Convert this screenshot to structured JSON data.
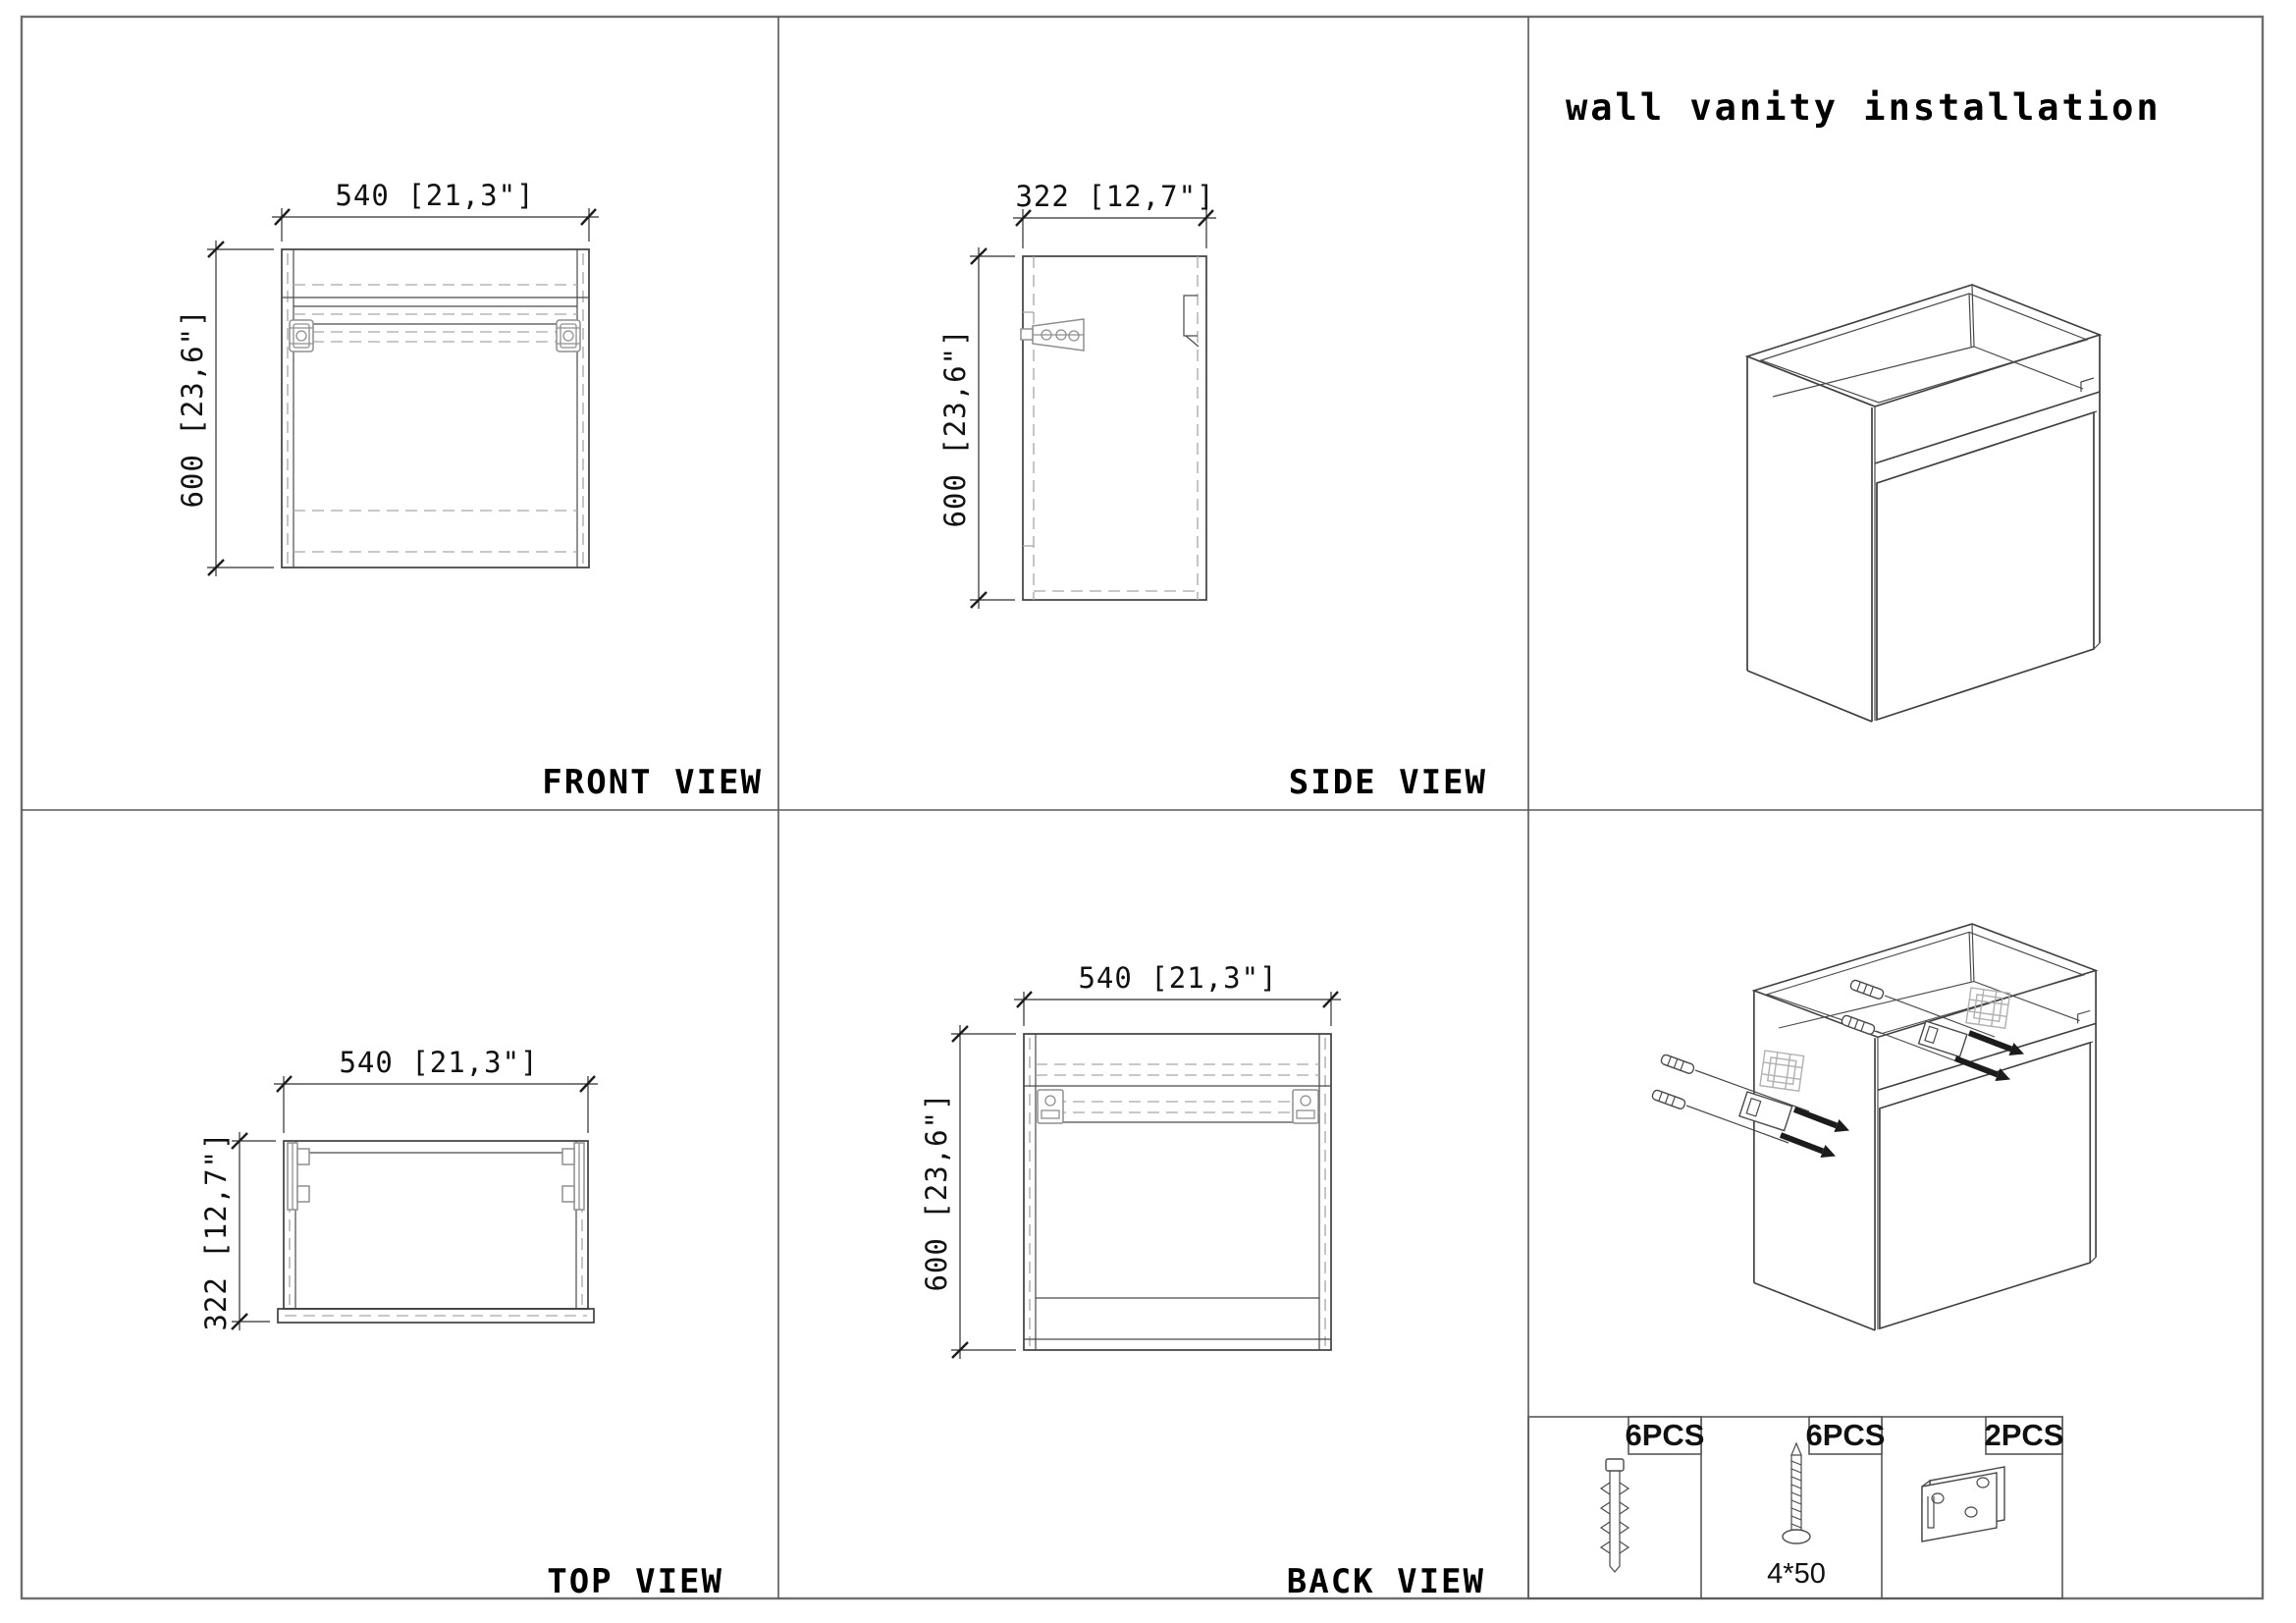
{
  "title": "wall vanity installation",
  "views": {
    "front": {
      "label": "FRONT VIEW",
      "width_dim": "540 [21,3\"]",
      "height_dim": "600 [23,6\"]"
    },
    "side": {
      "label": "SIDE VIEW",
      "width_dim": "322 [12,7\"]",
      "height_dim": "600 [23,6\"]"
    },
    "top": {
      "label": "TOP VIEW",
      "width_dim": "540 [21,3\"]",
      "depth_dim": "322 [12,7\"]"
    },
    "back": {
      "label": "BACK VIEW",
      "width_dim": "540 [21,3\"]",
      "height_dim": "600 [23,6\"]"
    }
  },
  "parts": [
    {
      "qty": "6PCS",
      "item": "wall plug"
    },
    {
      "qty": "6PCS",
      "item": "screw",
      "spec": "4*50"
    },
    {
      "qty": "2PCS",
      "item": "hanging bracket"
    }
  ],
  "colors": {
    "line": "#3f3f3f",
    "dashed": "#a6a6a6",
    "hardware": "#8f8f8f",
    "border": "#6e6e6e",
    "text": "#111111"
  }
}
